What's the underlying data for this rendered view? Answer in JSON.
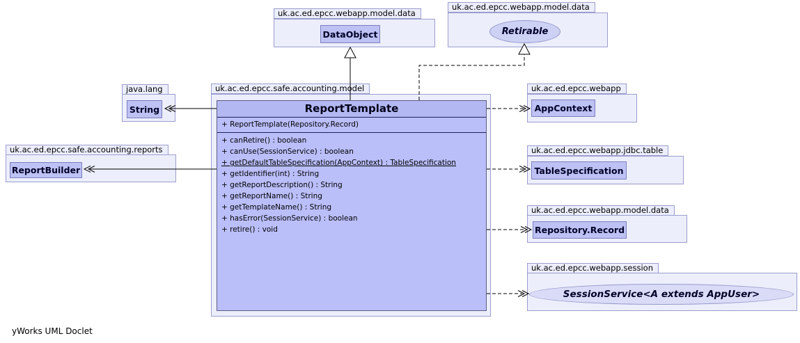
{
  "footer": "yWorks UML Doclet",
  "colors": {
    "package_fill": "#eceefb",
    "package_border": "#9b9dce",
    "class_fill": "#bdc1f3",
    "class_border": "#7d80bf",
    "main_class_header_fill": "#b3b8f3",
    "main_class_body_fill": "#babef9",
    "interface_fill": "#cdd1f4",
    "edge_color": "#000000"
  },
  "packages": {
    "dataobject": {
      "name": "uk.ac.ed.epcc.webapp.model.data",
      "class_name": "DataObject"
    },
    "retirable": {
      "name": "uk.ac.ed.epcc.webapp.model.data",
      "interface_name": "Retirable"
    },
    "model": {
      "name": "uk.ac.ed.epcc.safe.accounting.model"
    },
    "javalang": {
      "name": "java.lang",
      "class_name": "String"
    },
    "reports": {
      "name": "uk.ac.ed.epcc.safe.accounting.reports",
      "class_name": "ReportBuilder"
    },
    "webapp": {
      "name": "uk.ac.ed.epcc.webapp",
      "class_name": "AppContext"
    },
    "jdbc": {
      "name": "uk.ac.ed.epcc.webapp.jdbc.table",
      "class_name": "TableSpecification"
    },
    "record": {
      "name": "uk.ac.ed.epcc.webapp.model.data",
      "class_name": "Repository.Record"
    },
    "session": {
      "name": "uk.ac.ed.epcc.webapp.session",
      "interface_name": "SessionService<A extends AppUser>"
    }
  },
  "report_template": {
    "name": "ReportTemplate",
    "constructor": "+ ReportTemplate(Repository.Record)",
    "methods": [
      "+ canRetire() : boolean",
      "+ canUse(SessionService) : boolean",
      "+ getDefaultTableSpecification(AppContext) : TableSpecification",
      "+ getIdentifier(int) : String",
      "+ getReportDescription() : String",
      "+ getReportName() : String",
      "+ getTemplateName() : String",
      "+ hasError(SessionService) : boolean",
      "+ retire() : void"
    ],
    "static_method_index": 2
  },
  "edges": [
    {
      "type": "generalization",
      "from": "ReportTemplate",
      "to": "DataObject"
    },
    {
      "type": "realization",
      "from": "ReportTemplate",
      "to": "Retirable"
    },
    {
      "type": "association",
      "from": "ReportTemplate",
      "to": "String"
    },
    {
      "type": "association",
      "from": "ReportTemplate",
      "to": "ReportBuilder"
    },
    {
      "type": "dependency",
      "from": "ReportTemplate",
      "to": "AppContext"
    },
    {
      "type": "dependency",
      "from": "ReportTemplate",
      "to": "TableSpecification"
    },
    {
      "type": "dependency",
      "from": "ReportTemplate",
      "to": "Repository.Record"
    },
    {
      "type": "dependency",
      "from": "ReportTemplate",
      "to": "SessionService"
    }
  ]
}
